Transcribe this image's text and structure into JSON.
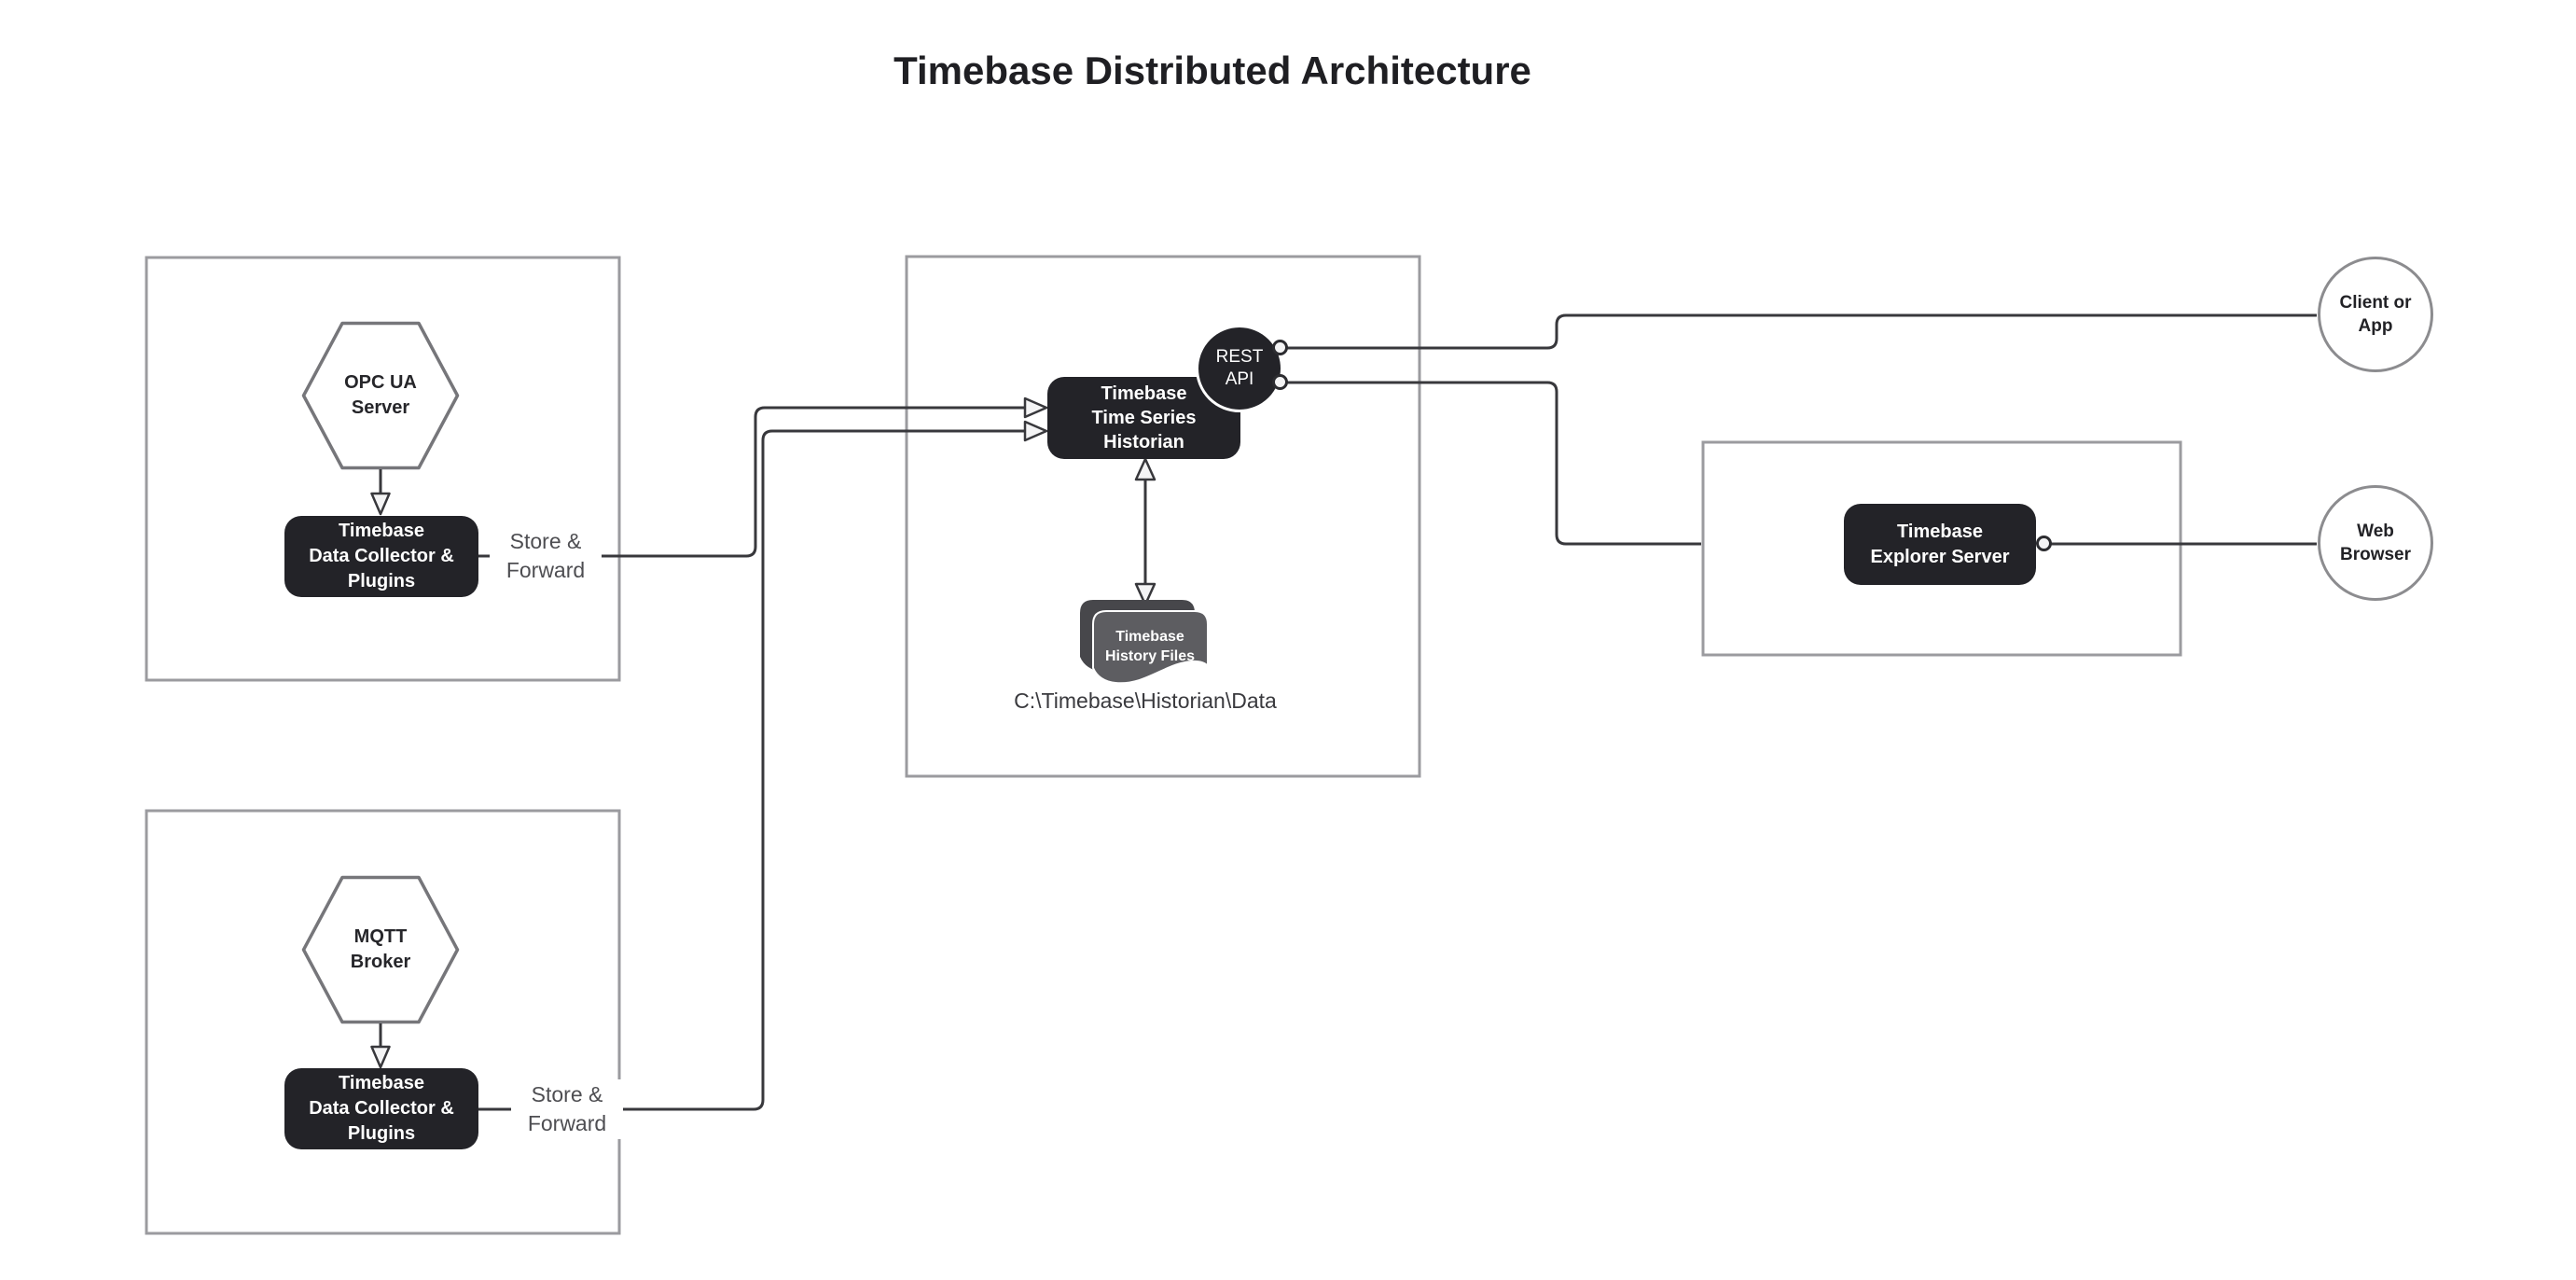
{
  "title": "Timebase Distributed Architecture",
  "colors": {
    "node_dark": "#232328",
    "connector_line": "#38383c",
    "group_border": "#9b9b9f",
    "hexagon_border": "#76767a",
    "circle_border": "#8c8c8f",
    "muted_text": "#4e4e52",
    "doc_front": "#5d5d61",
    "doc_back": "#47474b",
    "text_dark": "#1f1f23",
    "white": "#ffffff"
  },
  "nodes": {
    "opc_hexagon": {
      "line1": "OPC UA",
      "line2": "Server"
    },
    "mqtt_hexagon": {
      "line1": "MQTT",
      "line2": "Broker"
    },
    "collector_opc": {
      "line1": "Timebase",
      "line2": "Data Collector & Plugins"
    },
    "collector_mqtt": {
      "line1": "Timebase",
      "line2": "Data Collector & Plugins"
    },
    "historian": {
      "line1": "Timebase",
      "line2": "Time Series",
      "line3": "Historian"
    },
    "rest_api": {
      "line1": "REST",
      "line2": "API"
    },
    "history_files": {
      "line1": "Timebase",
      "line2": "History Files"
    },
    "explorer": {
      "line1": "Timebase",
      "line2": "Explorer Server"
    },
    "client": {
      "line1": "Client or",
      "line2": "App"
    },
    "web": {
      "line1": "Web",
      "line2": "Browser"
    }
  },
  "labels": {
    "store_forward_opc": {
      "line1": "Store &",
      "line2": "Forward"
    },
    "store_forward_mqtt": {
      "line1": "Store &",
      "line2": "Forward"
    },
    "history_path": "C:\\Timebase\\Historian\\Data"
  }
}
